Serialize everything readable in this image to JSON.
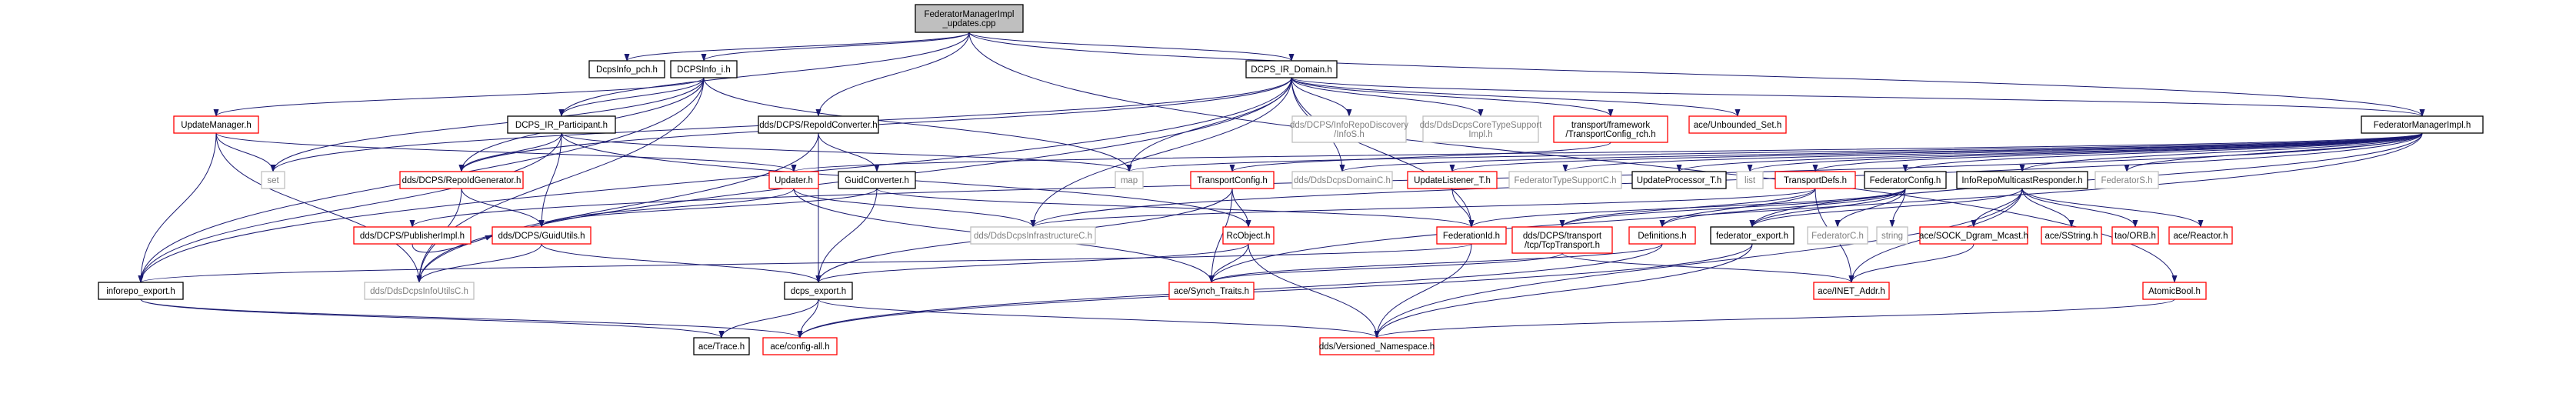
{
  "colors": {
    "edge": "#191970",
    "root_fill": "#bfbfbf",
    "root_border": "#000000",
    "documented_border": "#000000",
    "undocumented_border": "#bfbfbf",
    "missing_border": "#ff0000",
    "undocumented_text": "#7f7f7f",
    "text": "#000000"
  },
  "nodes": [
    {
      "id": "root",
      "lines": [
        "FederatorManagerImpl",
        "_updates.cpp"
      ],
      "kind": "root"
    },
    {
      "id": "dcpsinfo_pch",
      "lines": [
        "DcpsInfo_pch.h"
      ],
      "kind": "doc"
    },
    {
      "id": "dcpsinfo_i",
      "lines": [
        "DCPSInfo_i.h"
      ],
      "kind": "doc"
    },
    {
      "id": "dcps_ir_domain",
      "lines": [
        "DCPS_IR_Domain.h"
      ],
      "kind": "doc"
    },
    {
      "id": "federatormanagerimpl",
      "lines": [
        "FederatorManagerImpl.h"
      ],
      "kind": "doc"
    },
    {
      "id": "updatemanager",
      "lines": [
        "UpdateManager.h"
      ],
      "kind": "missing"
    },
    {
      "id": "dcps_ir_participant",
      "lines": [
        "DCPS_IR_Participant.h"
      ],
      "kind": "doc"
    },
    {
      "id": "repoidconverter",
      "lines": [
        "dds/DCPS/RepoIdConverter.h"
      ],
      "kind": "doc"
    },
    {
      "id": "infodiscovery",
      "lines": [
        "dds/DCPS/InfoRepoDiscovery",
        "/InfoS.h"
      ],
      "kind": "undoc"
    },
    {
      "id": "coretypesupport",
      "lines": [
        "dds/DdsDcpsCoreTypeSupport",
        "Impl.h"
      ],
      "kind": "undoc"
    },
    {
      "id": "transportconfig_rch",
      "lines": [
        "transport/framework",
        "/TransportConfig_rch.h"
      ],
      "kind": "missing"
    },
    {
      "id": "unbounded_set",
      "lines": [
        "ace/Unbounded_Set.h"
      ],
      "kind": "missing"
    },
    {
      "id": "set",
      "lines": [
        "set"
      ],
      "kind": "undoc"
    },
    {
      "id": "repoidgenerator",
      "lines": [
        "dds/DCPS/RepoIdGenerator.h"
      ],
      "kind": "missing"
    },
    {
      "id": "updater",
      "lines": [
        "Updater.h"
      ],
      "kind": "missing"
    },
    {
      "id": "guidconverter",
      "lines": [
        "GuidConverter.h"
      ],
      "kind": "doc"
    },
    {
      "id": "map",
      "lines": [
        "map"
      ],
      "kind": "undoc"
    },
    {
      "id": "transportconfig",
      "lines": [
        "TransportConfig.h"
      ],
      "kind": "missing"
    },
    {
      "id": "domainc",
      "lines": [
        "dds/DdsDcpsDomainC.h"
      ],
      "kind": "undoc"
    },
    {
      "id": "updatelistener",
      "lines": [
        "UpdateListener_T.h"
      ],
      "kind": "missing"
    },
    {
      "id": "typesupportc",
      "lines": [
        "FederatorTypeSupportC.h"
      ],
      "kind": "undoc"
    },
    {
      "id": "updateprocessor",
      "lines": [
        "UpdateProcessor_T.h"
      ],
      "kind": "doc"
    },
    {
      "id": "list",
      "lines": [
        "list"
      ],
      "kind": "undoc"
    },
    {
      "id": "transportdefs",
      "lines": [
        "TransportDefs.h"
      ],
      "kind": "missing"
    },
    {
      "id": "federatorconfig",
      "lines": [
        "FederatorConfig.h"
      ],
      "kind": "doc"
    },
    {
      "id": "inforepomulticast",
      "lines": [
        "InfoRepoMulticastResponder.h"
      ],
      "kind": "doc"
    },
    {
      "id": "federators",
      "lines": [
        "FederatorS.h"
      ],
      "kind": "undoc"
    },
    {
      "id": "publisherimpl",
      "lines": [
        "dds/DCPS/PublisherImpl.h"
      ],
      "kind": "missing"
    },
    {
      "id": "guidutils",
      "lines": [
        "dds/DCPS/GuidUtils.h"
      ],
      "kind": "missing"
    },
    {
      "id": "infrastructurec",
      "lines": [
        "dds/DdsDcpsInfrastructureC.h"
      ],
      "kind": "undoc"
    },
    {
      "id": "rcobject",
      "lines": [
        "RcObject.h"
      ],
      "kind": "missing"
    },
    {
      "id": "federationid",
      "lines": [
        "FederationId.h"
      ],
      "kind": "missing"
    },
    {
      "id": "tcptransport",
      "lines": [
        "dds/DCPS/transport",
        "/tcp/TcpTransport.h"
      ],
      "kind": "missing"
    },
    {
      "id": "definitions",
      "lines": [
        "Definitions.h"
      ],
      "kind": "missing"
    },
    {
      "id": "federator_export",
      "lines": [
        "federator_export.h"
      ],
      "kind": "doc"
    },
    {
      "id": "federatorc",
      "lines": [
        "FederatorC.h"
      ],
      "kind": "undoc"
    },
    {
      "id": "string",
      "lines": [
        "string"
      ],
      "kind": "undoc"
    },
    {
      "id": "sock_dgram",
      "lines": [
        "ace/SOCK_Dgram_Mcast.h"
      ],
      "kind": "missing"
    },
    {
      "id": "sstring",
      "lines": [
        "ace/SString.h"
      ],
      "kind": "missing"
    },
    {
      "id": "orb",
      "lines": [
        "tao/ORB.h"
      ],
      "kind": "missing"
    },
    {
      "id": "reactor",
      "lines": [
        "ace/Reactor.h"
      ],
      "kind": "missing"
    },
    {
      "id": "inforepo_export",
      "lines": [
        "inforepo_export.h"
      ],
      "kind": "doc"
    },
    {
      "id": "infoutilsc",
      "lines": [
        "dds/DdsDcpsInfoUtilsC.h"
      ],
      "kind": "undoc"
    },
    {
      "id": "dcps_export",
      "lines": [
        "dcps_export.h"
      ],
      "kind": "doc"
    },
    {
      "id": "synch_traits",
      "lines": [
        "ace/Synch_Traits.h"
      ],
      "kind": "missing"
    },
    {
      "id": "inet_addr",
      "lines": [
        "ace/INET_Addr.h"
      ],
      "kind": "missing"
    },
    {
      "id": "atomicbool",
      "lines": [
        "AtomicBool.h"
      ],
      "kind": "missing"
    },
    {
      "id": "trace",
      "lines": [
        "ace/Trace.h"
      ],
      "kind": "doc"
    },
    {
      "id": "config_all",
      "lines": [
        "ace/config-all.h"
      ],
      "kind": "missing"
    },
    {
      "id": "versioned_ns",
      "lines": [
        "dds/Versioned_Namespace.h"
      ],
      "kind": "missing"
    }
  ],
  "edges": [
    [
      "root",
      "dcpsinfo_pch"
    ],
    [
      "root",
      "dcpsinfo_i"
    ],
    [
      "root",
      "dcps_ir_domain"
    ],
    [
      "root",
      "federatormanagerimpl"
    ],
    [
      "root",
      "dcps_ir_participant"
    ],
    [
      "root",
      "repoidconverter"
    ],
    [
      "root",
      "atomicbool"
    ],
    [
      "dcpsinfo_i",
      "updatemanager"
    ],
    [
      "dcpsinfo_i",
      "dcps_ir_participant"
    ],
    [
      "dcpsinfo_i",
      "set"
    ],
    [
      "dcpsinfo_i",
      "repoidgenerator"
    ],
    [
      "dcpsinfo_i",
      "infoutilsc"
    ],
    [
      "dcpsinfo_i",
      "inforepo_export"
    ],
    [
      "dcpsinfo_i",
      "map"
    ],
    [
      "dcps_ir_domain",
      "infodiscovery"
    ],
    [
      "dcps_ir_domain",
      "coretypesupport"
    ],
    [
      "dcps_ir_domain",
      "transportconfig_rch"
    ],
    [
      "dcps_ir_domain",
      "unbounded_set"
    ],
    [
      "dcps_ir_domain",
      "federatormanagerimpl"
    ],
    [
      "dcps_ir_domain",
      "repoidgenerator"
    ],
    [
      "dcps_ir_domain",
      "set"
    ],
    [
      "dcps_ir_domain",
      "map"
    ],
    [
      "dcps_ir_domain",
      "domainc"
    ],
    [
      "dcps_ir_domain",
      "inforepo_export"
    ],
    [
      "dcps_ir_domain",
      "infrastructurec"
    ],
    [
      "dcps_ir_domain",
      "infoutilsc"
    ],
    [
      "dcps_ir_domain",
      "federationid"
    ],
    [
      "federatormanagerimpl",
      "domainc"
    ],
    [
      "federatormanagerimpl",
      "updatelistener"
    ],
    [
      "federatormanagerimpl",
      "typesupportc"
    ],
    [
      "federatormanagerimpl",
      "updateprocessor"
    ],
    [
      "federatormanagerimpl",
      "list"
    ],
    [
      "federatormanagerimpl",
      "transportdefs"
    ],
    [
      "federatormanagerimpl",
      "federatorconfig"
    ],
    [
      "federatormanagerimpl",
      "inforepomulticast"
    ],
    [
      "federatormanagerimpl",
      "federators"
    ],
    [
      "federatormanagerimpl",
      "map"
    ],
    [
      "federatormanagerimpl",
      "updater"
    ],
    [
      "federatormanagerimpl",
      "publisherimpl"
    ],
    [
      "federatormanagerimpl",
      "synch_traits"
    ],
    [
      "federatormanagerimpl",
      "infrastructurec"
    ],
    [
      "federatormanagerimpl",
      "federator_export"
    ],
    [
      "updatemanager",
      "set"
    ],
    [
      "updatemanager",
      "updater"
    ],
    [
      "updatemanager",
      "inforepo_export"
    ],
    [
      "updatemanager",
      "infoutilsc"
    ],
    [
      "dcps_ir_participant",
      "repoidgenerator"
    ],
    [
      "dcps_ir_participant",
      "guidutils"
    ],
    [
      "dcps_ir_participant",
      "map"
    ],
    [
      "dcps_ir_participant",
      "inforepo_export"
    ],
    [
      "dcps_ir_participant",
      "rcobject"
    ],
    [
      "repoidconverter",
      "guidconverter"
    ],
    [
      "repoidconverter",
      "infoutilsc"
    ],
    [
      "repoidconverter",
      "dcps_export"
    ],
    [
      "transportconfig_rch",
      "transportconfig"
    ],
    [
      "repoidgenerator",
      "guidutils"
    ],
    [
      "repoidgenerator",
      "infoutilsc"
    ],
    [
      "updater",
      "guidutils"
    ],
    [
      "updater",
      "infrastructurec"
    ],
    [
      "updater",
      "synch_traits"
    ],
    [
      "guidconverter",
      "guidutils"
    ],
    [
      "guidconverter",
      "dcps_export"
    ],
    [
      "guidconverter",
      "federationid"
    ],
    [
      "transportconfig",
      "rcobject"
    ],
    [
      "transportconfig",
      "synch_traits"
    ],
    [
      "transportconfig",
      "dcps_export"
    ],
    [
      "updatelistener",
      "federationid"
    ],
    [
      "transportdefs",
      "definitions"
    ],
    [
      "transportdefs",
      "inet_addr"
    ],
    [
      "transportdefs",
      "tcptransport"
    ],
    [
      "transportdefs",
      "infrastructurec"
    ],
    [
      "federatorconfig",
      "federatorc"
    ],
    [
      "federatorconfig",
      "string"
    ],
    [
      "federatorconfig",
      "federator_export"
    ],
    [
      "federatorconfig",
      "federationid"
    ],
    [
      "federatorconfig",
      "tcptransport"
    ],
    [
      "federatorconfig",
      "definitions"
    ],
    [
      "inforepomulticast",
      "sock_dgram"
    ],
    [
      "inforepomulticast",
      "sstring"
    ],
    [
      "inforepomulticast",
      "orb"
    ],
    [
      "inforepomulticast",
      "reactor"
    ],
    [
      "inforepomulticast",
      "inet_addr"
    ],
    [
      "inforepomulticast",
      "federator_export"
    ],
    [
      "inforepomulticast",
      "versioned_ns"
    ],
    [
      "publisherimpl",
      "guidutils"
    ],
    [
      "guidutils",
      "infoutilsc"
    ],
    [
      "guidutils",
      "dcps_export"
    ],
    [
      "rcobject",
      "dcps_export"
    ],
    [
      "rcobject",
      "synch_traits"
    ],
    [
      "rcobject",
      "versioned_ns"
    ],
    [
      "federationid",
      "inforepo_export"
    ],
    [
      "federationid",
      "versioned_ns"
    ],
    [
      "tcptransport",
      "synch_traits"
    ],
    [
      "tcptransport",
      "inet_addr"
    ],
    [
      "definitions",
      "synch_traits"
    ],
    [
      "definitions",
      "config_all"
    ],
    [
      "federator_export",
      "config_all"
    ],
    [
      "federator_export",
      "versioned_ns"
    ],
    [
      "sock_dgram",
      "inet_addr"
    ],
    [
      "inforepo_export",
      "trace"
    ],
    [
      "inforepo_export",
      "config_all"
    ],
    [
      "dcps_export",
      "trace"
    ],
    [
      "dcps_export",
      "config_all"
    ],
    [
      "dcps_export",
      "versioned_ns"
    ],
    [
      "atomicbool",
      "versioned_ns"
    ]
  ]
}
